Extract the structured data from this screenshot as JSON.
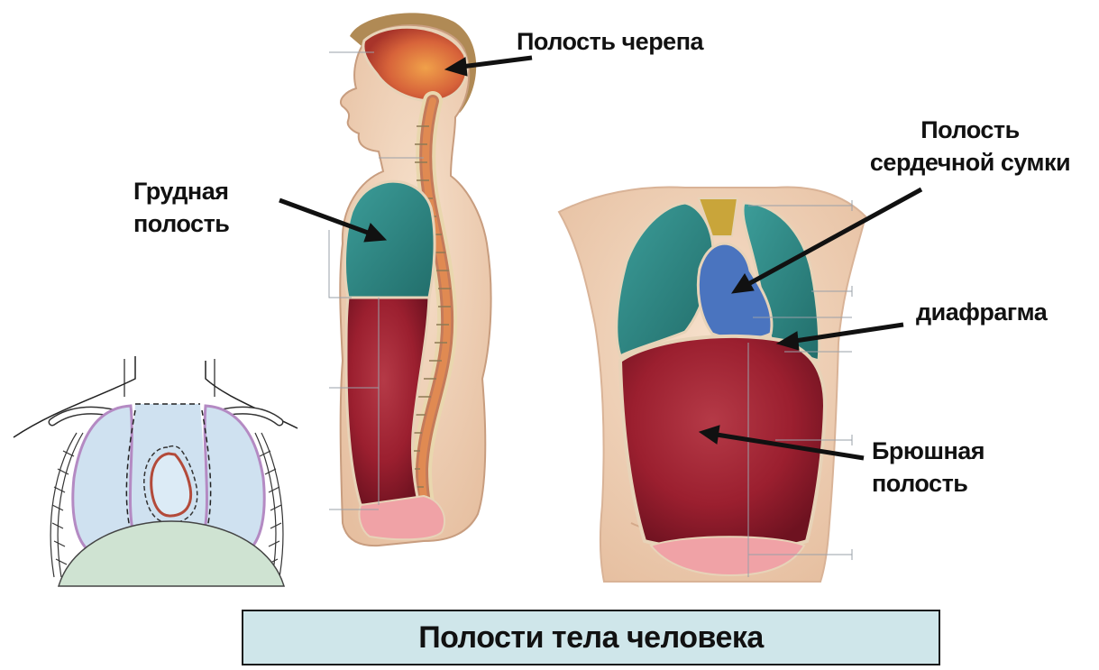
{
  "labels": {
    "cranial": "Полость черепа",
    "thoracic_line1": "Грудная",
    "thoracic_line2": "полость",
    "pericardial_line1": "Полость",
    "pericardial_line2": "сердечной сумки",
    "diaphragm": "диафрагма",
    "abdominal_line1": "Брюшная",
    "abdominal_line2": "полость"
  },
  "title": "Полости тела  человека",
  "colors": {
    "skin": "#f0d3b8",
    "skin_outline": "#c89d7f",
    "hair": "#b08a55",
    "cranial_cavity": "#d7633a",
    "thoracic_cavity": "#2f8a86",
    "pericardial_cavity": "#4a74bf",
    "abdominal_cavity": "#9b1f2f",
    "pelvic_cavity": "#f0a2a6",
    "spine": "#e9d7ae",
    "title_bg": "#cfe6ea"
  }
}
